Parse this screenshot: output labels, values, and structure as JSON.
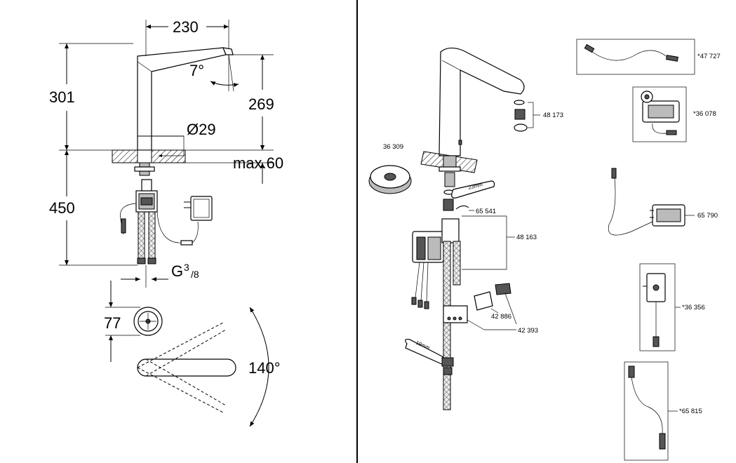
{
  "dimensions": {
    "spout_reach": "230",
    "total_height": "301",
    "spout_angle": "7°",
    "outlet_height": "269",
    "diameter_label": "Ø29",
    "max_thickness": "max.60",
    "hose_length": "450",
    "thread_g": "G",
    "thread_num": "3",
    "thread_den": "/8",
    "base_diameter": "77",
    "swivel_angle": "140°"
  },
  "parts": {
    "aerator": "48 173",
    "mount_ring": "36 309",
    "tool_23": "23mm",
    "clip": "65 541",
    "control_unit": "48 163",
    "connector_a": "42 886",
    "connector_b": "42 393",
    "tool_19": "19mm",
    "cable": "*47 727",
    "valve_module": "*36 078",
    "power_supply": "65 790",
    "sensor_box": "*36 356",
    "extension_cable": "*65 815"
  }
}
